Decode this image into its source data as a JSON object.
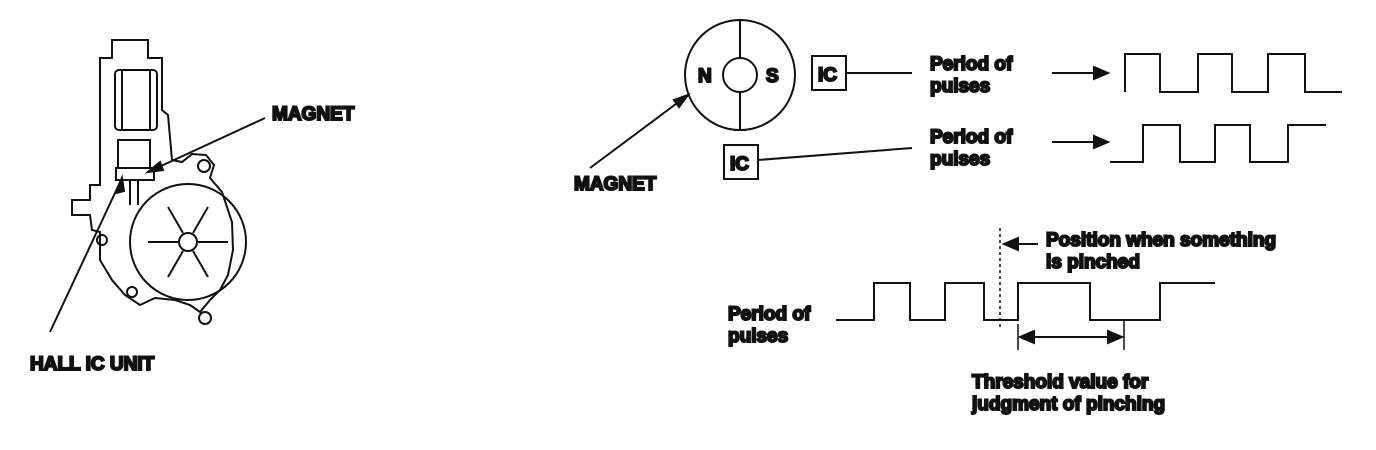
{
  "colors": {
    "ink": "#111111",
    "background": "#ffffff"
  },
  "left_figure": {
    "magnet_label": "MAGNET",
    "hall_ic_label": "HALL IC UNIT"
  },
  "right_figure": {
    "magnet_label": "MAGNET",
    "rotor_north": "N",
    "rotor_south": "S",
    "sensor_1_label": "IC",
    "sensor_2_label": "IC",
    "signal_1_label": [
      "Period of",
      "pulses"
    ],
    "signal_2_label": [
      "Period of",
      "pulses"
    ]
  },
  "pinch_figure": {
    "position_label": [
      "Position when something",
      "is pinched"
    ],
    "pulses_label": [
      "Period of",
      "pulses"
    ],
    "threshold_label": [
      "Threshold value for",
      "judgment of pinching"
    ]
  }
}
